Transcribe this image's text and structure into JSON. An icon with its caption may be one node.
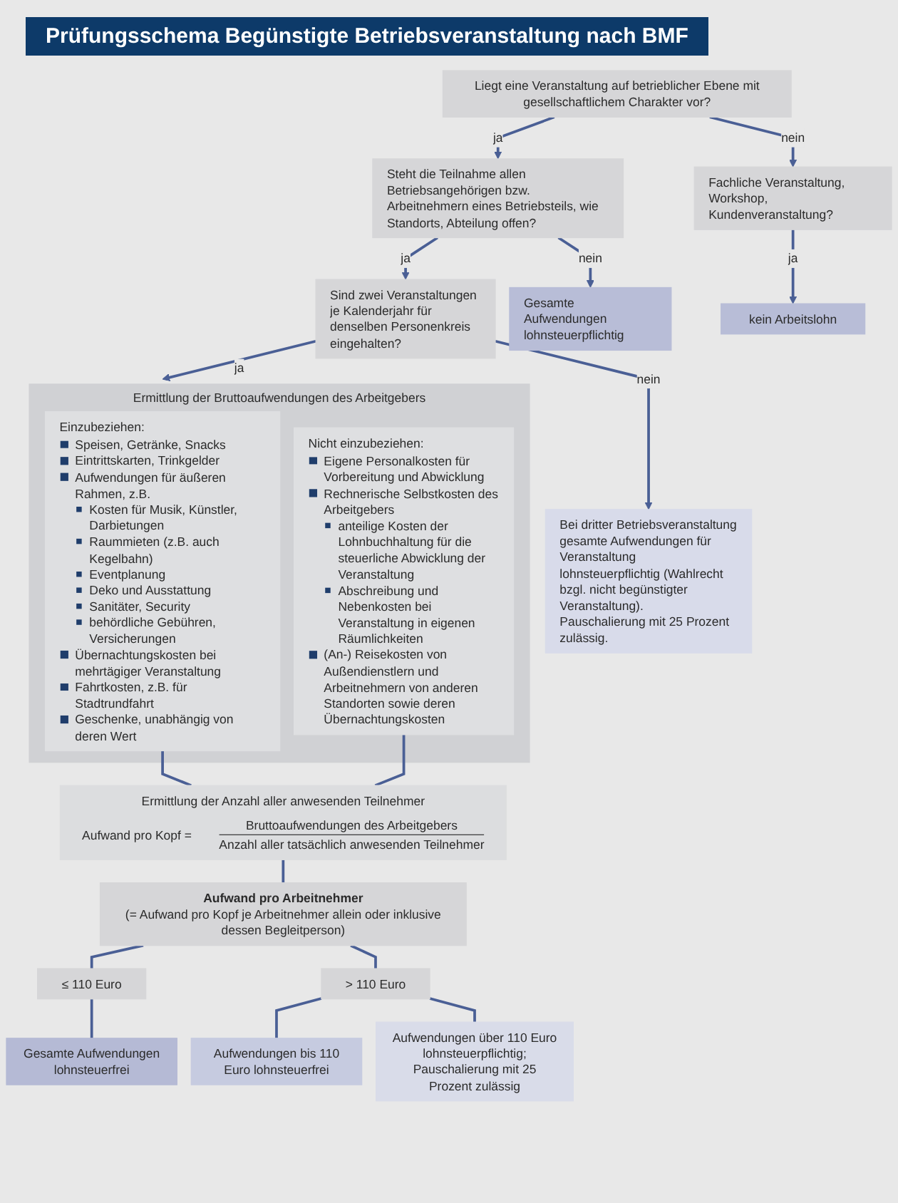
{
  "diagram": {
    "title": "Prüfungsschema Begünstigte Betriebsveranstaltung nach BMF",
    "nodes": [
      {
        "text": [
          "Liegt eine Veranstaltung auf betrieblicher Ebene mit gesellschaftlichem Charakter vor?"
        ]
      },
      {
        "text": [
          "Steht die Teilnahme allen Betriebsangehörigen bzw. Arbeitnehmern eines Betriebsteils, wie Standorts, Abteilung offen?"
        ]
      },
      {
        "text": [
          "Fachliche Veranstaltung, Workshop, Kundenveranstaltung?"
        ]
      },
      {
        "text": [
          "Sind zwei Veranstaltungen je Kalenderjahr für denselben Personenkreis eingehalten?"
        ]
      },
      {
        "text": [
          "Gesamte Aufwendungen lohnsteuerpflichtig"
        ]
      },
      {
        "text": [
          "kein Arbeitslohn"
        ]
      },
      {
        "text": [
          "Bei dritter Betriebsveranstaltung gesamte Aufwendungen für Veranstaltung lohnsteuerpflichtig (Wahlrecht bzgl. nicht begünstigter Veranstaltung).",
          "Pauschalierung mit 25 Prozent zulässig."
        ]
      },
      {
        "text": [
          "Ermittlung der Bruttoaufwendungen des Arbeitgebers"
        ]
      },
      {
        "text": [
          "Einzubeziehen:",
          "Speisen, Getränke, Snacks",
          "Eintrittskarten, Trinkgelder",
          "Aufwendungen für äußeren Rahmen, z.B.",
          "Kosten für Musik, Künstler, Darbietungen",
          "Raummieten (z.B. auch Kegelbahn)",
          "Eventplanung",
          "Deko und Ausstattung",
          "Sanitäter, Security",
          "behördliche Gebühren, Versicherungen",
          "Übernachtungskosten bei mehrtägiger Veranstaltung",
          "Fahrtkosten, z.B. für Stadtrundfahrt",
          "Geschenke, unabhängig von deren Wert"
        ],
        "in": 7
      },
      {
        "text": [
          "Nicht einzubeziehen:",
          "Eigene Personalkosten für Vorbereitung und Abwicklung",
          "Rechnerische Selbstkosten des Arbeitgebers",
          "anteilige Kosten der Lohnbuchhaltung für die steuerliche Abwicklung der Veranstaltung",
          "Abschreibung und Nebenkosten bei Veranstaltung in eigenen Räumlichkeiten",
          "(An-) Reisekosten von Außendienstlern und Arbeitnehmern von anderen Standorten sowie deren Übernachtungskosten"
        ],
        "in": 7
      },
      {
        "text": [
          "Ermittlung der Anzahl aller anwesenden Teilnehmer",
          "Aufwand pro Kopf =",
          "Bruttoaufwendungen des Arbeitgebers",
          "Anzahl aller tatsächlich anwesenden Teilnehmer"
        ]
      },
      {
        "text": [
          "Aufwand pro Arbeitnehmer",
          "(= Aufwand pro Kopf je Arbeitnehmer allein oder inklusive dessen Begleitperson)"
        ]
      },
      {
        "text": [
          "≤ 110 Euro"
        ]
      },
      {
        "text": [
          "> 110 Euro"
        ]
      },
      {
        "text": [
          "Gesamte Aufwendungen lohnsteuerfrei"
        ]
      },
      {
        "text": [
          "Aufwendungen bis 110 Euro lohnsteuerfrei"
        ]
      },
      {
        "text": [
          "Aufwendungen über 110 Euro lohnsteuerpflichtig; Pauschalierung mit 25 Prozent zulässig"
        ]
      }
    ],
    "edges": [
      {
        "from": 0,
        "to": 1,
        "arrow": "to",
        "label": "ja"
      },
      {
        "from": 0,
        "to": 2,
        "arrow": "to",
        "label": "nein"
      },
      {
        "from": 1,
        "to": 3,
        "arrow": "to",
        "label": "ja"
      },
      {
        "from": 1,
        "to": 4,
        "arrow": "to",
        "label": "nein"
      },
      {
        "from": 2,
        "to": 5,
        "arrow": "to",
        "label": "ja"
      },
      {
        "from": 3,
        "to": 6,
        "arrow": "to",
        "label": "nein"
      },
      {
        "from": 3,
        "to": 7,
        "arrow": "to",
        "label": "ja"
      },
      {
        "from": 8,
        "to": 10,
        "arrow": "none"
      },
      {
        "from": 9,
        "to": 10,
        "arrow": "none"
      },
      {
        "from": 10,
        "to": 11,
        "arrow": "none"
      },
      {
        "from": 11,
        "to": 12,
        "arrow": "none"
      },
      {
        "from": 11,
        "to": 13,
        "arrow": "none"
      },
      {
        "from": 12,
        "to": 14,
        "arrow": "none"
      },
      {
        "from": 13,
        "to": 15,
        "arrow": "none"
      },
      {
        "from": 13,
        "to": 16,
        "arrow": "none"
      }
    ]
  }
}
